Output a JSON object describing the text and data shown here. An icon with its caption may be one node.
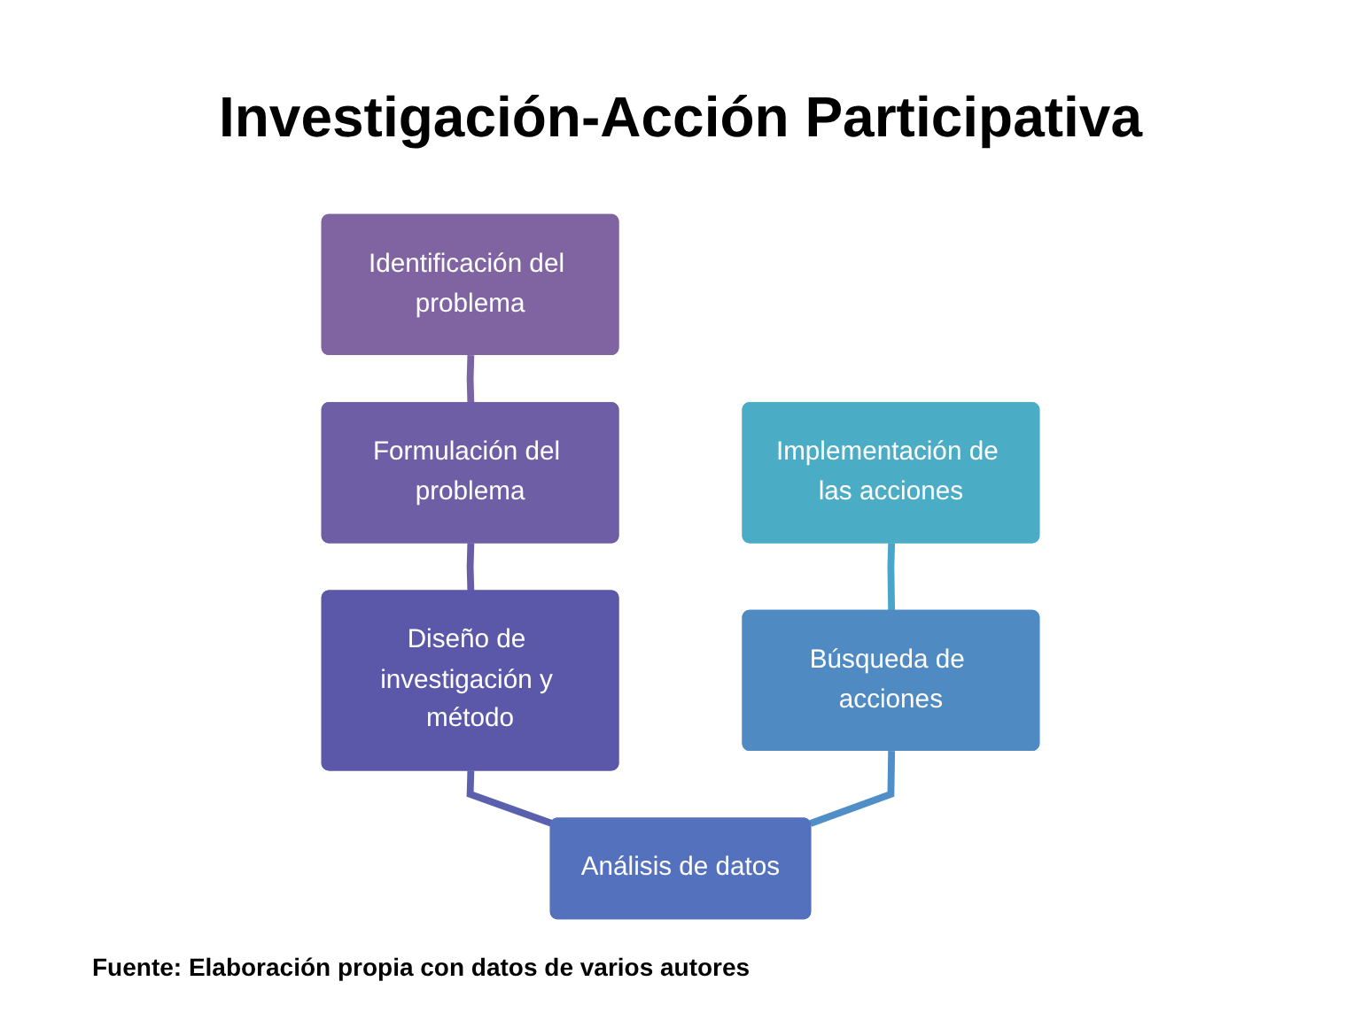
{
  "diagram": {
    "title": "Investigación-Acción Participativa",
    "caption": "Fuente: Elaboración propia con datos de varios autores",
    "nodes": [
      {
        "text": [
          "Identificación del problema"
        ]
      },
      {
        "text": [
          "Formulación del problema"
        ]
      },
      {
        "text": [
          "Diseño de investigación y método"
        ]
      },
      {
        "text": [
          "Implementación de las acciones"
        ]
      },
      {
        "text": [
          "Búsqueda de acciones"
        ]
      },
      {
        "text": [
          "Análisis de datos"
        ]
      }
    ],
    "edges": [
      {
        "from": 0,
        "to": 1,
        "arrow": "none",
        "color": "#7c64a4"
      },
      {
        "from": 1,
        "to": 2,
        "arrow": "none",
        "color": "#6a5ca8"
      },
      {
        "from": 2,
        "to": 5,
        "arrow": "none",
        "color": "#5a5fae"
      },
      {
        "from": 3,
        "to": 4,
        "arrow": "none",
        "color": "#4aa6c8"
      },
      {
        "from": 4,
        "to": 5,
        "arrow": "none",
        "color": "#4f8ec6"
      }
    ]
  }
}
